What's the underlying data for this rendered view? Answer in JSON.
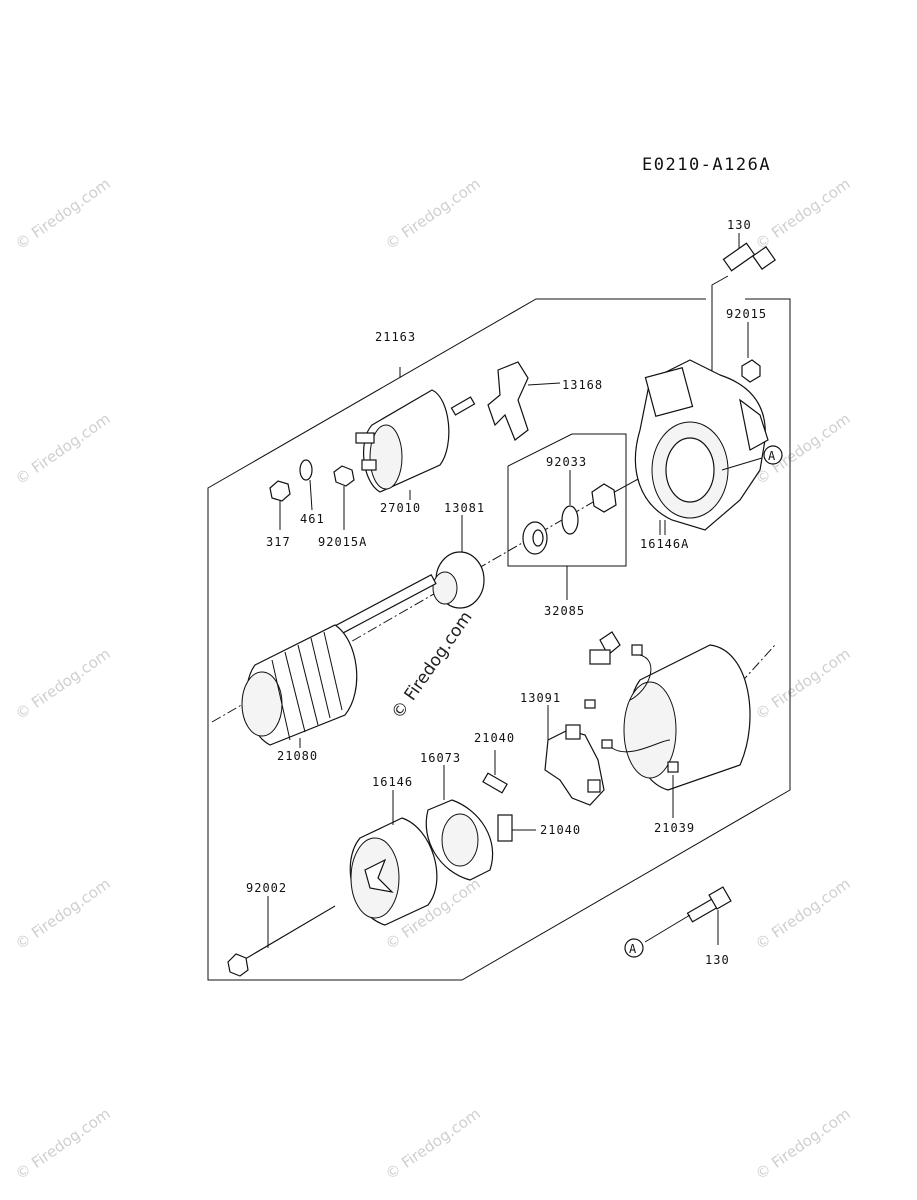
{
  "diagram": {
    "code": "E0210-A126A",
    "reference_mark": "A",
    "watermark": "© Firedog.com",
    "parts": [
      {
        "id": "p130a",
        "label": "130"
      },
      {
        "id": "p92015",
        "label": "92015"
      },
      {
        "id": "p21163",
        "label": "21163"
      },
      {
        "id": "p13168",
        "label": "13168"
      },
      {
        "id": "p92033",
        "label": "92033"
      },
      {
        "id": "p317",
        "label": "317"
      },
      {
        "id": "p461",
        "label": "461"
      },
      {
        "id": "p92015A",
        "label": "92015A"
      },
      {
        "id": "p27010",
        "label": "27010"
      },
      {
        "id": "p13081",
        "label": "13081"
      },
      {
        "id": "p16146A",
        "label": "16146A"
      },
      {
        "id": "p32085",
        "label": "32085"
      },
      {
        "id": "p13091",
        "label": "13091"
      },
      {
        "id": "p21080",
        "label": "21080"
      },
      {
        "id": "p21040a",
        "label": "21040"
      },
      {
        "id": "p16073",
        "label": "16073"
      },
      {
        "id": "p16146",
        "label": "16146"
      },
      {
        "id": "p21040b",
        "label": "21040"
      },
      {
        "id": "p21039",
        "label": "21039"
      },
      {
        "id": "p92002",
        "label": "92002"
      },
      {
        "id": "p130b",
        "label": "130"
      }
    ]
  }
}
